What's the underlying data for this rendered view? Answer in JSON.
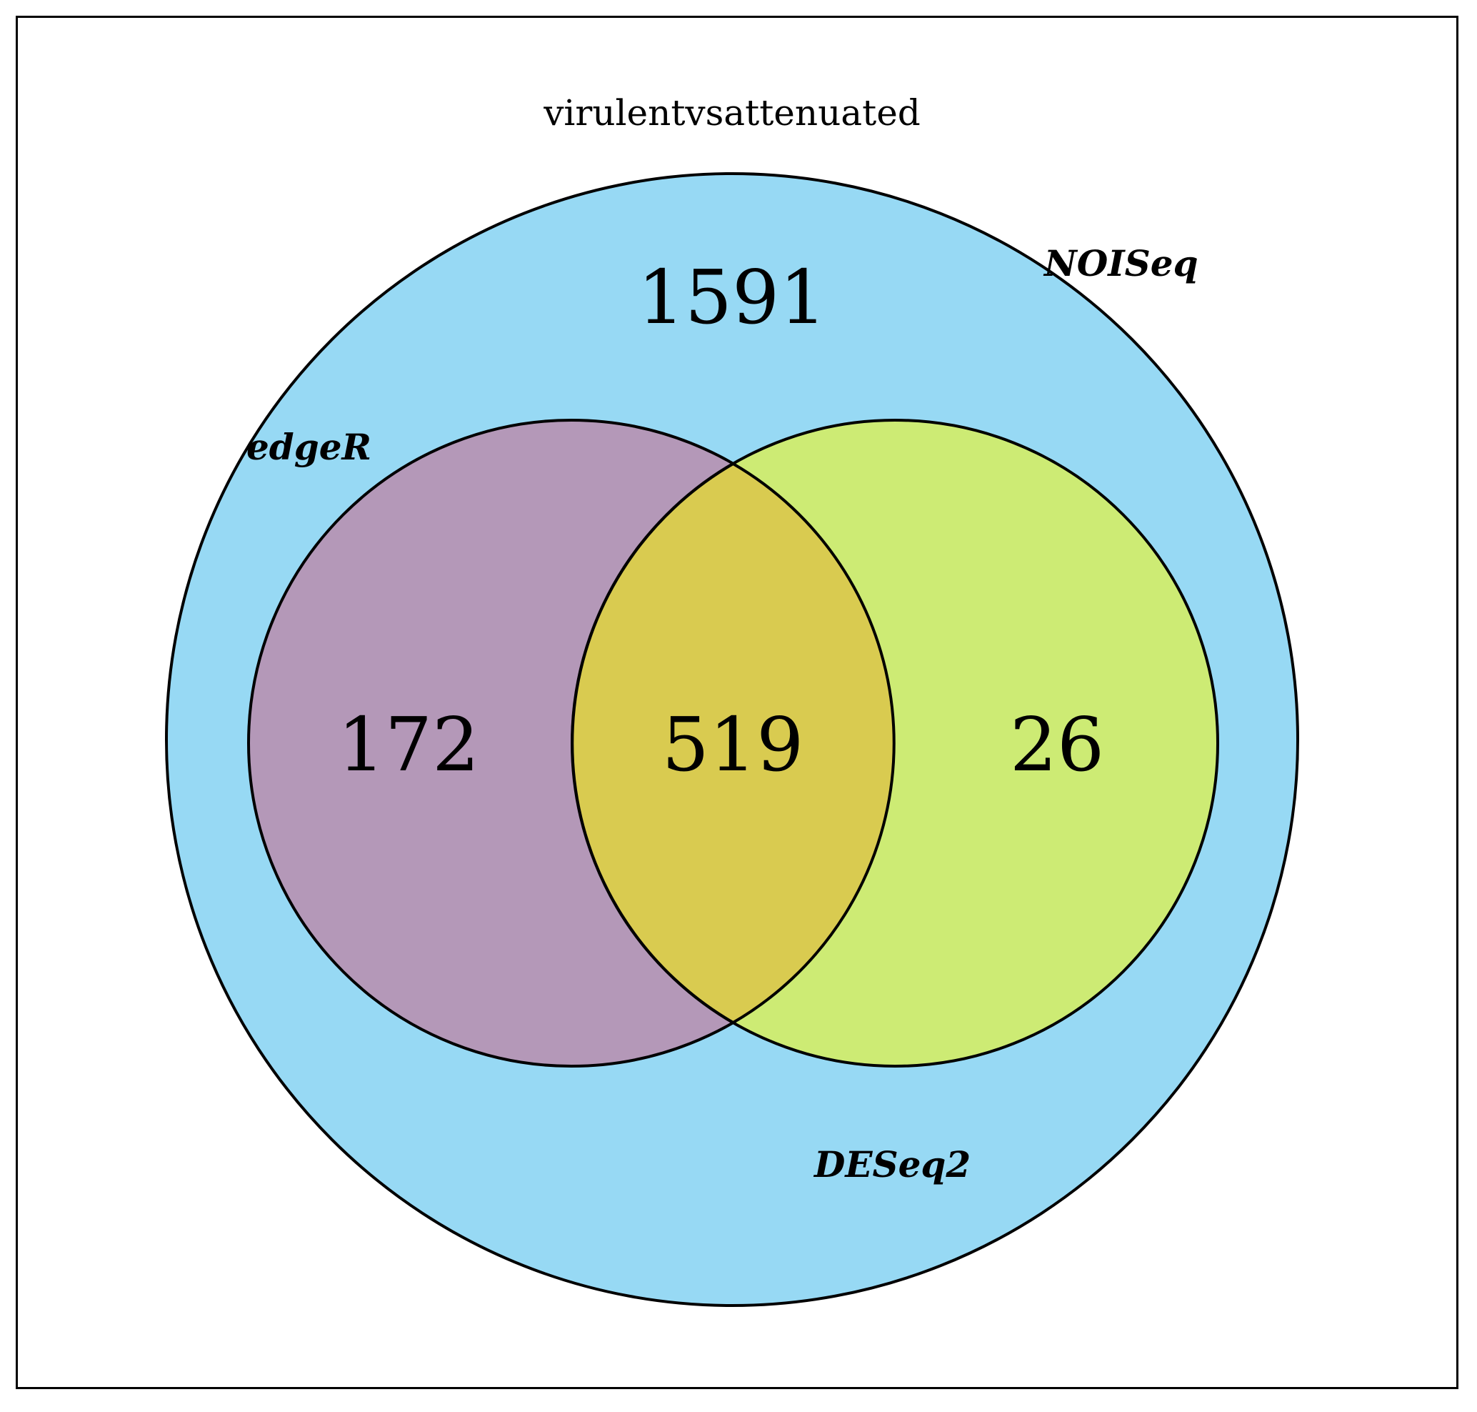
{
  "title": "virulentvsattenuated",
  "sets": {
    "noiseq": {
      "label": "NOISeq",
      "color": "#97d9f4"
    },
    "edger": {
      "label": "edgeR",
      "color": "#b498b8"
    },
    "deseq2": {
      "label": "DESeq2",
      "color": "#cdeb74"
    }
  },
  "overlap_color": "#d9cb50",
  "regions": {
    "noiseq_only": "1591",
    "edger_only": "172",
    "edger_deseq2": "519",
    "deseq2_only": "26"
  }
}
